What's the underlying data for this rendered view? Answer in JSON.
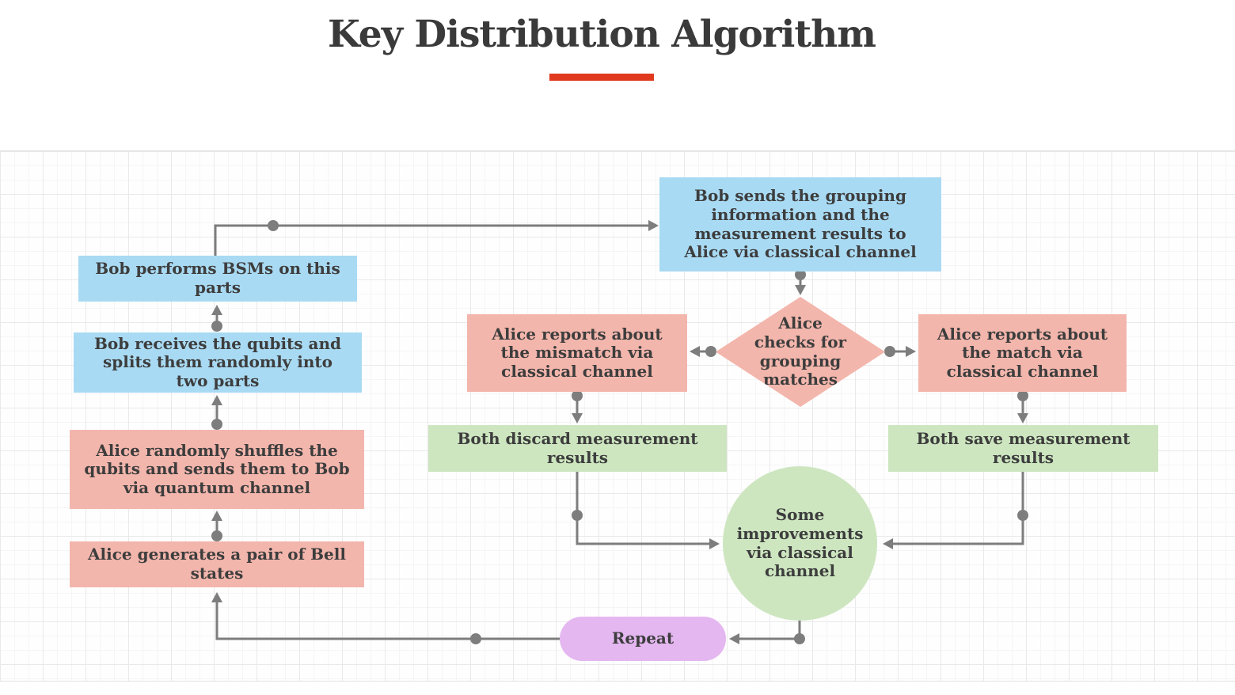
{
  "header": {
    "title": "Key Distribution Algorithm"
  },
  "nodes": {
    "bob_performs_bsm": {
      "label": "Bob performs BSMs on this parts"
    },
    "bob_receives_qubits": {
      "label": "Bob receives the qubits and splits them randomly into two parts"
    },
    "alice_shuffles_qubits": {
      "label": "Alice randomly shuffles the qubits and sends them to Bob via quantum channel"
    },
    "alice_generates_bell": {
      "label": "Alice generates a pair of Bell states"
    },
    "bob_sends_grouping": {
      "label": "Bob sends the grouping information and the measurement results to Alice via classical channel"
    },
    "alice_checks_grouping": {
      "label": "Alice checks for grouping matches"
    },
    "alice_reports_mismatch": {
      "label": "Alice reports about the mismatch via classical channel"
    },
    "alice_reports_match": {
      "label": "Alice reports about the match via classical channel"
    },
    "both_discard_results": {
      "label": "Both discard measurement results"
    },
    "both_save_results": {
      "label": "Both save measurement results"
    },
    "some_improvements": {
      "label": "Some improvements via classical channel"
    },
    "repeat": {
      "label": "Repeat"
    }
  },
  "colors": {
    "accent_underline": "#e0391e",
    "blue_node": "#a9daf3",
    "pink_node": "#f3b6ac",
    "green_node": "#cde6c0",
    "purple_node": "#e4b7f0",
    "connector": "#7d7d7d",
    "node_text": "#3d3d3d"
  }
}
